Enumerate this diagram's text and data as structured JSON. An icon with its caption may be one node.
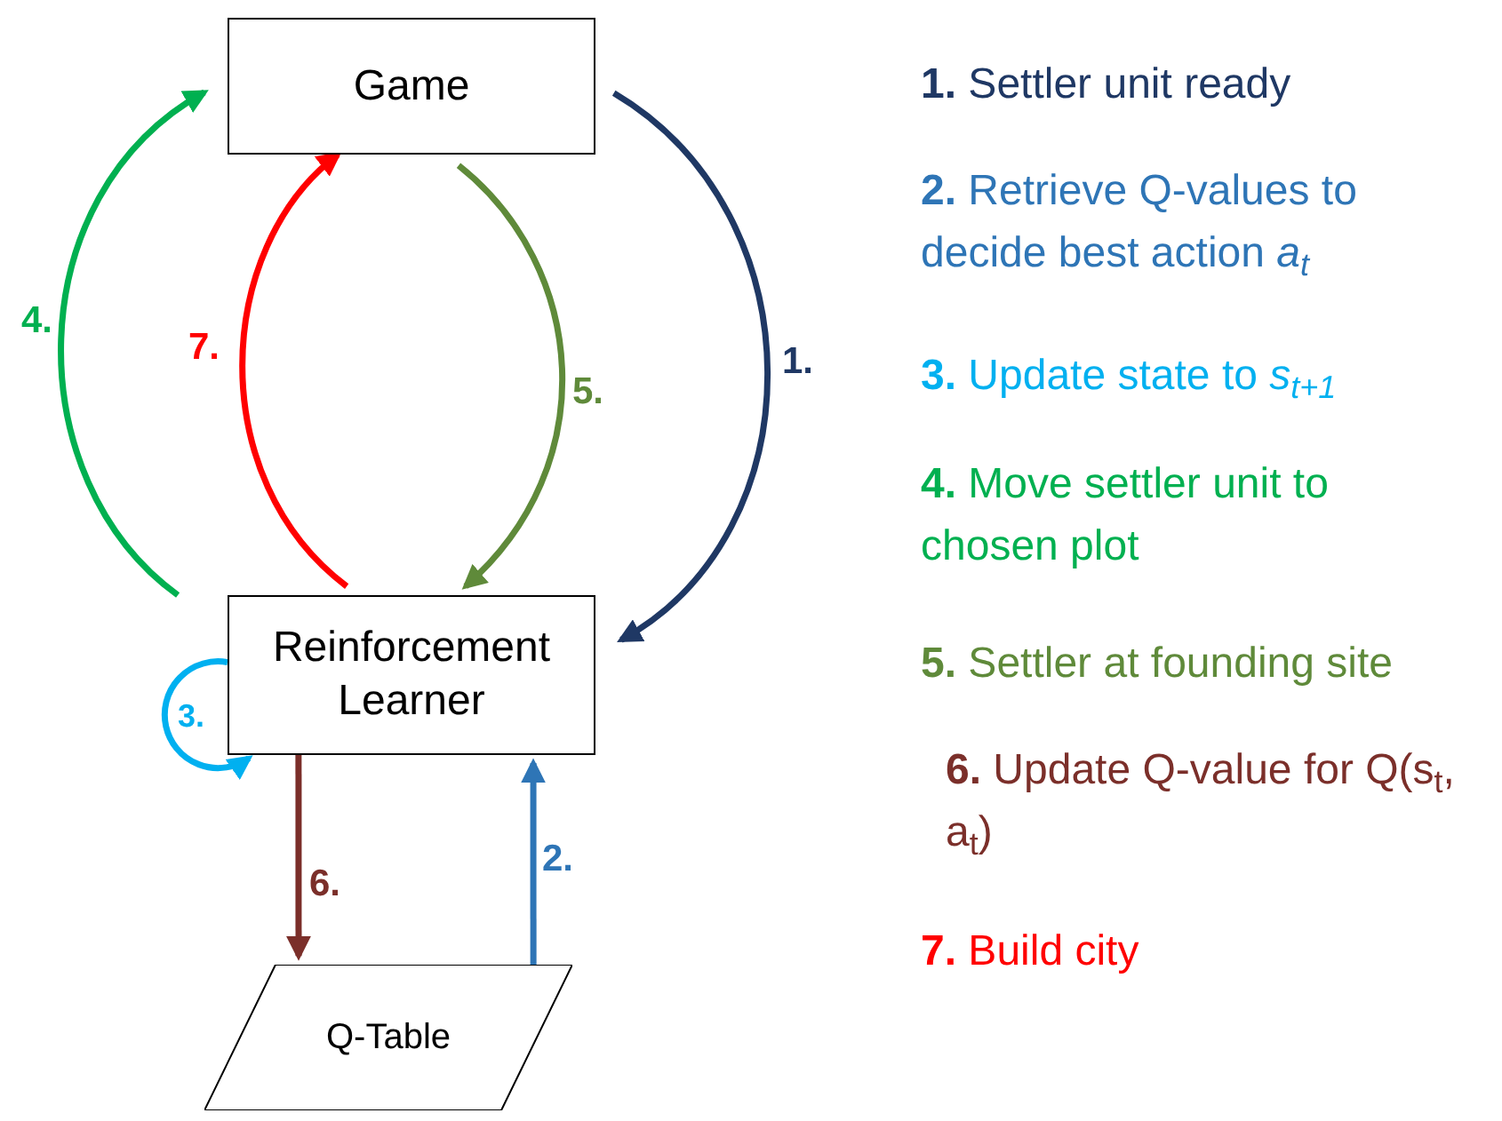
{
  "diagram": {
    "nodes": [
      {
        "text": [
          "Game"
        ]
      },
      {
        "text": [
          "Reinforcement Learner"
        ]
      },
      {
        "text": [
          "Q-Table"
        ]
      }
    ],
    "edges": [
      {
        "from": 0,
        "to": 1,
        "arrow": "to",
        "label": "1.",
        "color": "#1f3864"
      },
      {
        "from": 2,
        "to": 1,
        "arrow": "to",
        "label": "2.",
        "color": "#2e75b6"
      },
      {
        "from": 1,
        "to": 1,
        "arrow": "to",
        "label": "3.",
        "color": "#00b0f0"
      },
      {
        "from": 1,
        "to": 0,
        "arrow": "to",
        "label": "4.",
        "color": "#00b050"
      },
      {
        "from": 0,
        "to": 1,
        "arrow": "to",
        "label": "5.",
        "color": "#5f8a3a"
      },
      {
        "from": 1,
        "to": 2,
        "arrow": "to",
        "label": "6.",
        "color": "#7b2f2a"
      },
      {
        "from": 1,
        "to": 0,
        "arrow": "to",
        "label": "7.",
        "color": "#ff0000"
      }
    ],
    "labels": [
      "**1.** Settler unit ready",
      "**2.** Retrieve Q-values to decide best action *a$_{t}$*",
      "**3.** Update state to *s$_{t+1}$*",
      "**4.** Move settler unit to chosen plot",
      "**5.** Settler at founding site",
      "**6.** Update Q-value for Q(s$_{t}$, a$_{t}$)",
      "**7.** Build city"
    ]
  }
}
